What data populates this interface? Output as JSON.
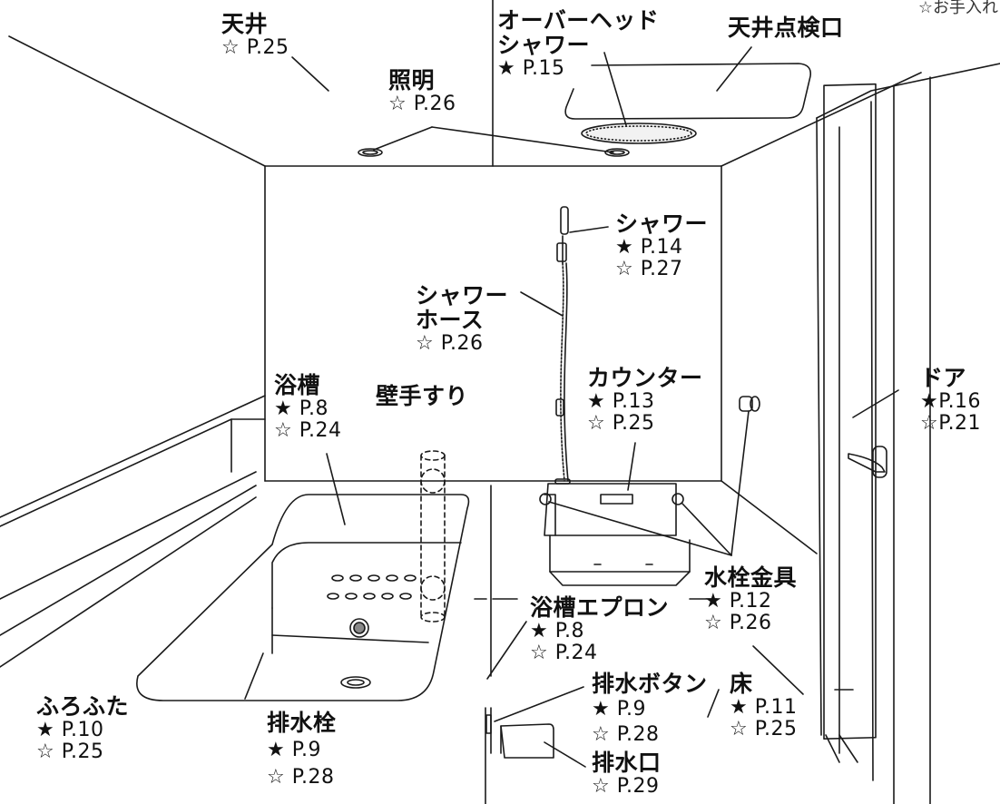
{
  "header_note": "☆お手入れ",
  "labels": {
    "ceiling": {
      "title": "天井",
      "refs": [
        "☆ P.25"
      ]
    },
    "light": {
      "title": "照明",
      "refs": [
        "☆ P.26"
      ]
    },
    "overhead_shower": {
      "title_lines": [
        "オーバーヘッド",
        "シャワー"
      ],
      "refs": [
        "★ P.15"
      ]
    },
    "ceiling_hatch": {
      "title": "天井点検口",
      "refs": []
    },
    "shower": {
      "title": "シャワー",
      "refs": [
        "★ P.14",
        "☆ P.27"
      ]
    },
    "shower_hose": {
      "title_lines": [
        "シャワー",
        "ホース"
      ],
      "refs": [
        "☆ P.26"
      ]
    },
    "bathtub": {
      "title": "浴槽",
      "refs": [
        "★ P.8",
        "☆ P.24"
      ]
    },
    "handrail": {
      "title": "壁手すり",
      "refs": []
    },
    "counter": {
      "title": "カウンター",
      "refs": [
        "★ P.13",
        "☆ P.25"
      ]
    },
    "door": {
      "title": "ドア",
      "refs": [
        "★P.16",
        "☆P.21"
      ]
    },
    "faucet_fittings": {
      "title": "水栓金具",
      "refs": [
        "★ P.12",
        "☆ P.26"
      ]
    },
    "tub_apron": {
      "title": "浴槽エプロン",
      "refs": [
        "★ P.8",
        "☆ P.24"
      ]
    },
    "tub_cover": {
      "title": "ふろふた",
      "refs": [
        "★ P.10",
        "☆ P.25"
      ]
    },
    "drain_plug": {
      "title": "排水栓",
      "refs": [
        "★ P.9",
        "☆ P.28"
      ]
    },
    "drain_button": {
      "title": "排水ボタン",
      "refs": [
        "★ P.9",
        "☆ P.28"
      ]
    },
    "floor": {
      "title": "床",
      "refs": [
        "★ P.11",
        "☆ P.25"
      ]
    },
    "drain_outlet": {
      "title": "排水口",
      "refs": [
        "☆ P.29"
      ]
    }
  }
}
